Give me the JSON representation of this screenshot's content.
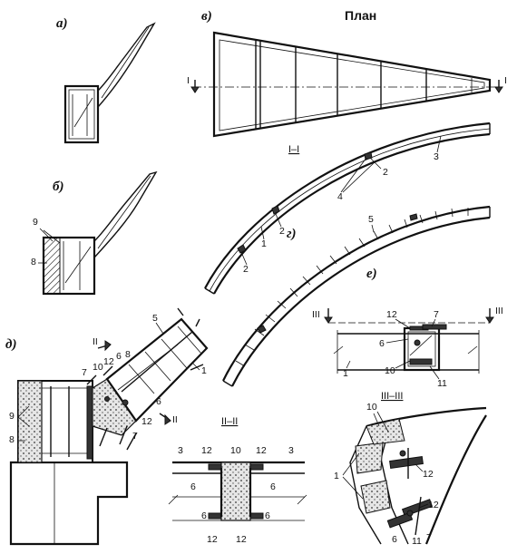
{
  "labels": {
    "a": "а)",
    "b": "б)",
    "v": "в)",
    "g": "г)",
    "d": "д)",
    "e": "е)",
    "plan": "План"
  },
  "sections": {
    "s1": "I–I",
    "s2": "II–II",
    "s3": "III–III",
    "m1": "I",
    "m2": "II",
    "m3": "III"
  },
  "callouts": {
    "n1": "1",
    "n2": "2",
    "n3": "3",
    "n4": "4",
    "n5": "5",
    "n6": "6",
    "n7": "7",
    "n8": "8",
    "n9": "9",
    "n10": "10",
    "n11": "11",
    "n12": "12"
  }
}
